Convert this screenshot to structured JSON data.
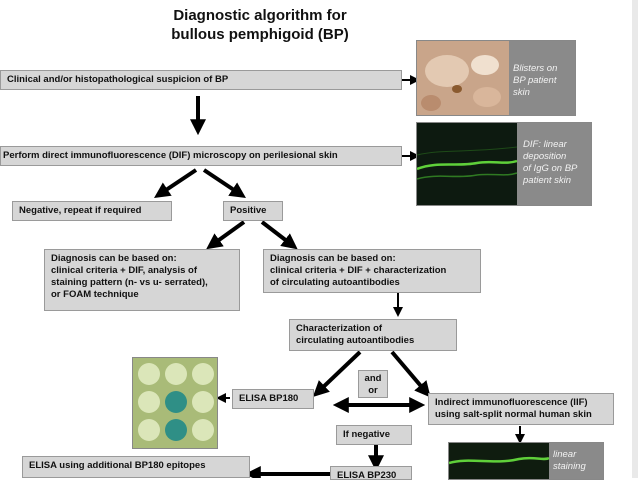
{
  "title": {
    "line1": "Diagnostic algorithm for",
    "line2": "bullous pemphigoid (BP)"
  },
  "boxes": {
    "suspicion": "Clinical and/or histopathological suspicion of BP",
    "dif": "Perform direct immunofluorescence (DIF) microscopy on perilesional skin",
    "negative": "Negative, repeat if required",
    "positive": "Positive",
    "diag_left": {
      "l1": "Diagnosis can be based on:",
      "l2": "clinical criteria + DIF, analysis of",
      "l3": "staining pattern (n- vs u- serrated),",
      "l4": "or FOAM technique"
    },
    "diag_right": {
      "l1": "Diagnosis can be based on:",
      "l2": "clinical criteria + DIF + characterization",
      "l3": "of circulating autoantibodies"
    },
    "characterization": {
      "l1": "Characterization of",
      "l2": "circulating autoantibodies"
    },
    "and_or": {
      "l1": "and",
      "l2": "or"
    },
    "elisa_bp180": "ELISA BP180",
    "iif": {
      "l1": "Indirect immunofluorescence (IIF)",
      "l2": "using salt-split normal human skin"
    },
    "if_negative": "If negative",
    "elisa_additional": "ELISA using additional BP180 epitopes",
    "elisa_cut": "ELISA BP230"
  },
  "captions": {
    "blisters": {
      "l1": "Blisters on",
      "l2": "BP patient",
      "l3": "skin"
    },
    "dif_img": {
      "l1": "DIF: linear",
      "l2": "deposition",
      "l3": "of IgG on BP",
      "l4": "patient skin"
    },
    "iif_img": {
      "l1": "linear",
      "l2": "staining"
    }
  },
  "colors": {
    "box_fill": "#d6d6d6",
    "box_border": "#9a9a9a",
    "arrow": "#000000",
    "dif_stain": "#5fd03a"
  }
}
